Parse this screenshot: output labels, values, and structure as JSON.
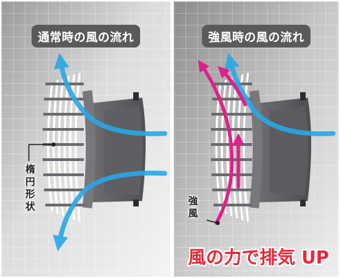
{
  "left_panel": {
    "title": "通常時の風の流れ",
    "shape_label": "楕円形状"
  },
  "right_panel": {
    "title": "強風時の風の流れ",
    "wind_label": "強風",
    "callout": "風の力で排気 UP"
  },
  "colors": {
    "airflow": "#29a8e6",
    "strong_wind": "#e0208a",
    "callout": "#e8283a",
    "title_bg": "#5a5a5a"
  }
}
